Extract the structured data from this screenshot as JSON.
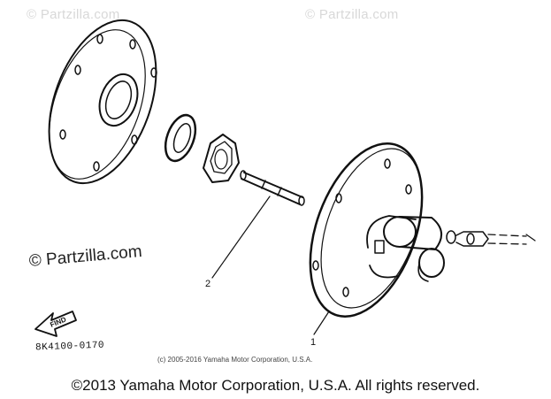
{
  "watermarks": {
    "top_left": "© Partzilla.com",
    "top_right": "© Partzilla.com"
  },
  "logo_text": "© Partzilla.com",
  "callouts": {
    "part_1": "1",
    "part_2": "2"
  },
  "find_arrow_label": "FIND",
  "part_code": "8K4100-0170",
  "small_copyright": "(c) 2005-2016 Yamaha Motor Corporation, U.S.A.",
  "footer_copyright": "©2013 Yamaha Motor Corporation, U.S.A. All rights reserved."
}
